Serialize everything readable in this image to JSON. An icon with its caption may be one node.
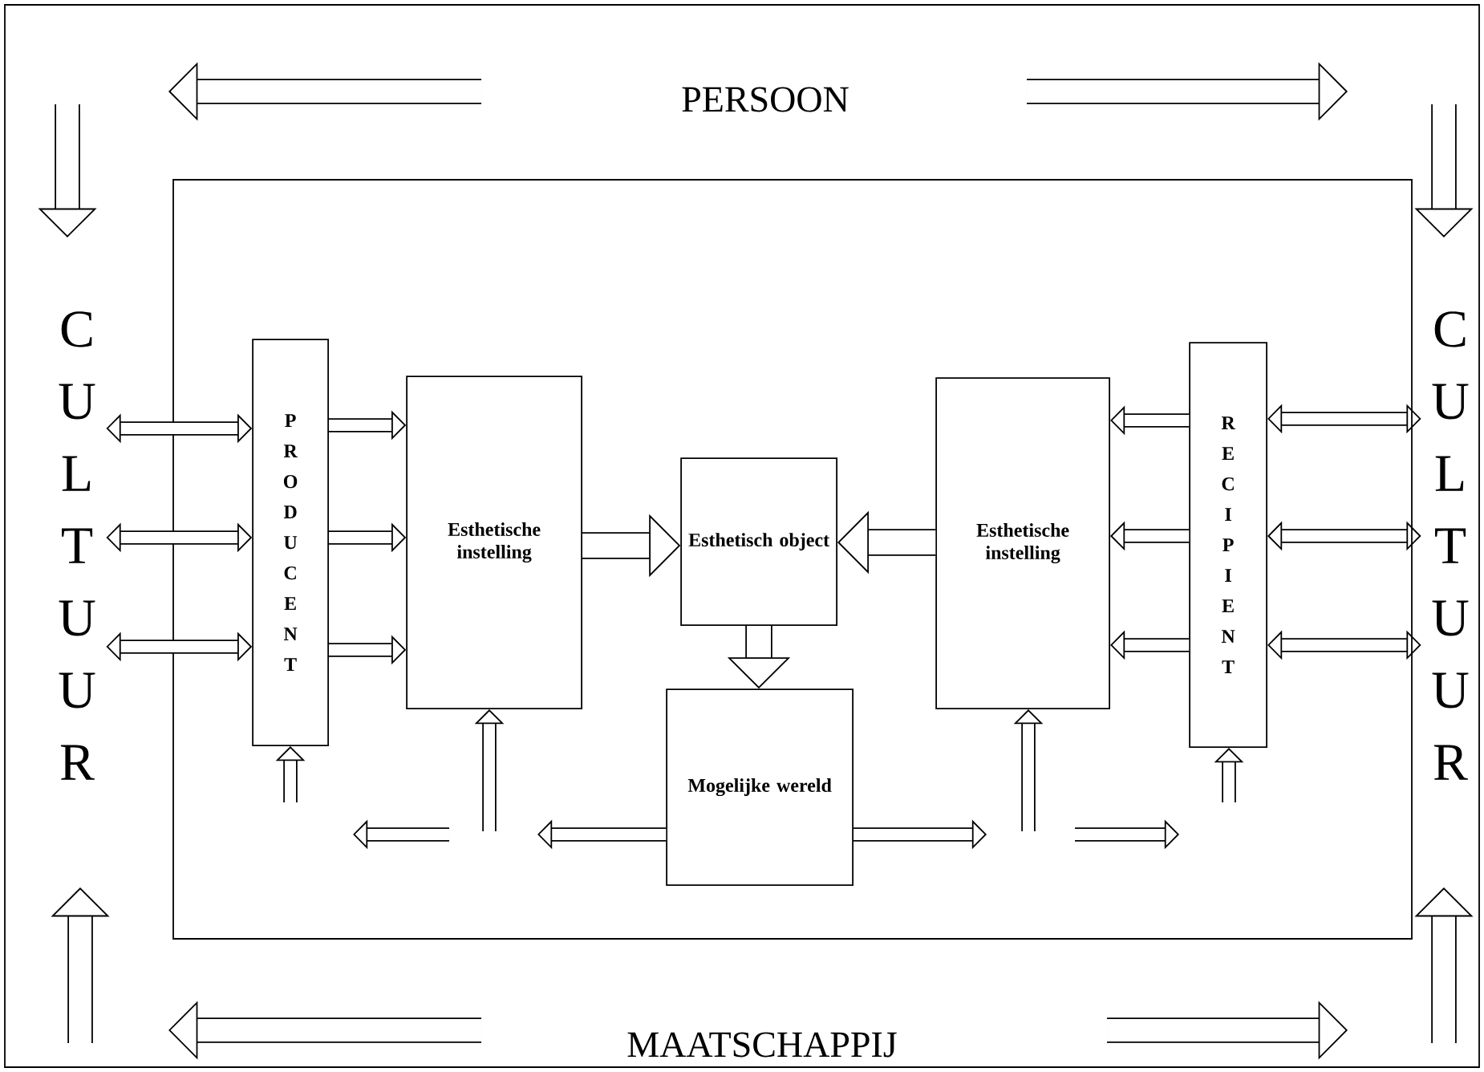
{
  "diagram": {
    "nodes": [
      {
        "text": [],
        "shape": "box"
      },
      {
        "text": [
          "PRODUCENT"
        ],
        "in": 0
      },
      {
        "text": [
          "Esthetische instelling"
        ],
        "in": 0
      },
      {
        "text": [
          "Esthetisch object"
        ],
        "in": 0
      },
      {
        "text": [
          "Mogelijke wereld"
        ],
        "in": 0
      },
      {
        "text": [
          "Esthetische instelling"
        ],
        "in": 0
      },
      {
        "text": [
          "RECIPIENT"
        ],
        "in": 0
      },
      {
        "text": [
          "CULTUUR"
        ]
      },
      {
        "text": [
          "CULTUUR"
        ]
      }
    ],
    "edges": [
      {
        "from": 1,
        "to": 2,
        "arrow": "to"
      },
      {
        "from": 1,
        "to": 2,
        "arrow": "to"
      },
      {
        "from": 1,
        "to": 2,
        "arrow": "to"
      },
      {
        "from": 2,
        "to": 3,
        "arrow": "to",
        "style": "thick"
      },
      {
        "from": 5,
        "to": 3,
        "arrow": "to",
        "style": "thick"
      },
      {
        "from": 3,
        "to": 4,
        "arrow": "to",
        "style": "thick"
      },
      {
        "from": 6,
        "to": 5,
        "arrow": "to"
      },
      {
        "from": 6,
        "to": 5,
        "arrow": "to"
      },
      {
        "from": 6,
        "to": 5,
        "arrow": "to"
      },
      {
        "from": 7,
        "to": 1,
        "arrow": "both"
      },
      {
        "from": 7,
        "to": 1,
        "arrow": "both"
      },
      {
        "from": 7,
        "to": 1,
        "arrow": "both"
      },
      {
        "from": 6,
        "to": 8,
        "arrow": "both"
      },
      {
        "from": 6,
        "to": 8,
        "arrow": "both"
      },
      {
        "from": 6,
        "to": 8,
        "arrow": "both"
      },
      {
        "from": null,
        "to": 1,
        "arrow": "to"
      },
      {
        "from": null,
        "to": 2,
        "arrow": "to"
      },
      {
        "from": null,
        "to": 5,
        "arrow": "to"
      },
      {
        "from": null,
        "to": 6,
        "arrow": "to"
      },
      {
        "from": 4,
        "to": null,
        "arrow": "to"
      },
      {
        "from": 4,
        "to": null,
        "arrow": "to"
      }
    ],
    "labels": [
      "PERSOON",
      "MAATSCHAPPIJ"
    ]
  }
}
